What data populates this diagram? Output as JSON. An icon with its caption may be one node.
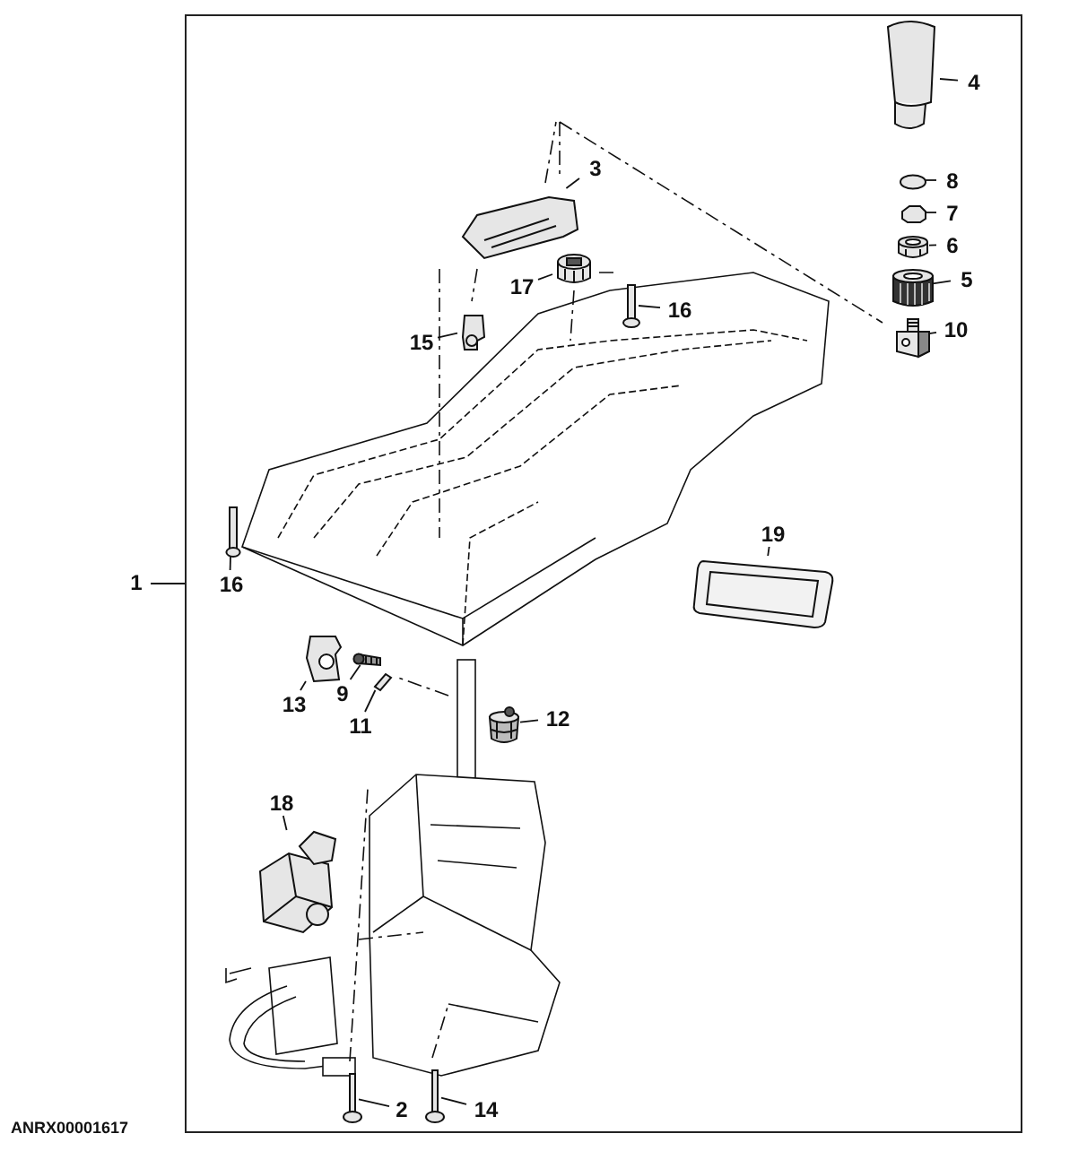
{
  "diagram": {
    "nodes": [
      {
        "text": [],
        "shape": "box"
      },
      {
        "text": [
          "1"
        ]
      },
      {
        "text": [
          "4"
        ],
        "in": 0
      },
      {
        "text": [],
        "shape": "picture",
        "in": 0
      },
      {
        "text": [
          "3"
        ],
        "in": 0
      },
      {
        "text": [],
        "shape": "picture",
        "in": 0
      },
      {
        "text": [
          "8"
        ],
        "in": 0
      },
      {
        "text": [],
        "shape": "picture",
        "in": 0
      },
      {
        "text": [
          "7"
        ],
        "in": 0
      },
      {
        "text": [],
        "shape": "picture",
        "in": 0
      },
      {
        "text": [
          "6"
        ],
        "in": 0
      },
      {
        "text": [],
        "shape": "picture",
        "in": 0
      },
      {
        "text": [
          "17"
        ],
        "in": 0
      },
      {
        "text": [],
        "shape": "picture",
        "in": 0
      },
      {
        "text": [
          "5"
        ],
        "in": 0
      },
      {
        "text": [],
        "shape": "picture",
        "in": 0
      },
      {
        "text": [
          "16"
        ],
        "in": 0
      },
      {
        "text": [],
        "shape": "picture",
        "in": 0
      },
      {
        "text": [
          "10"
        ],
        "in": 0
      },
      {
        "text": [],
        "shape": "picture",
        "in": 0
      },
      {
        "text": [
          "15"
        ],
        "in": 0
      },
      {
        "text": [],
        "shape": "picture",
        "in": 0
      },
      {
        "text": [
          "19"
        ],
        "in": 0
      },
      {
        "text": [],
        "shape": "picture",
        "in": 0
      },
      {
        "text": [
          "16"
        ],
        "in": 0
      },
      {
        "text": [],
        "shape": "picture",
        "in": 0
      },
      {
        "text": [
          "13"
        ],
        "in": 0
      },
      {
        "text": [],
        "shape": "picture",
        "in": 0
      },
      {
        "text": [
          "9"
        ],
        "in": 0
      },
      {
        "text": [],
        "shape": "picture",
        "in": 0
      },
      {
        "text": [
          "12"
        ],
        "in": 0
      },
      {
        "text": [],
        "shape": "picture",
        "in": 0
      },
      {
        "text": [
          "11"
        ],
        "in": 0
      },
      {
        "text": [],
        "shape": "picture",
        "in": 0
      },
      {
        "text": [
          "18"
        ],
        "in": 0
      },
      {
        "text": [],
        "shape": "picture",
        "in": 0
      },
      {
        "text": [
          "2"
        ],
        "in": 0
      },
      {
        "text": [],
        "shape": "picture",
        "in": 0
      },
      {
        "text": [
          "14"
        ],
        "in": 0
      },
      {
        "text": [],
        "shape": "picture",
        "in": 0
      }
    ],
    "edges": [
      {
        "from": 1,
        "to": 0,
        "arrow": "none"
      },
      {
        "from": 2,
        "to": 3,
        "arrow": "none"
      },
      {
        "from": 4,
        "to": 5,
        "arrow": "none"
      },
      {
        "from": 6,
        "to": 7,
        "arrow": "none"
      },
      {
        "from": 8,
        "to": 9,
        "arrow": "none"
      },
      {
        "from": 10,
        "to": 11,
        "arrow": "none"
      },
      {
        "from": 12,
        "to": 13,
        "arrow": "none"
      },
      {
        "from": 14,
        "to": 15,
        "arrow": "none"
      },
      {
        "from": 16,
        "to": 17,
        "arrow": "none"
      },
      {
        "from": 18,
        "to": 19,
        "arrow": "none"
      },
      {
        "from": 20,
        "to": 21,
        "arrow": "none"
      },
      {
        "from": 22,
        "to": 23,
        "arrow": "none"
      },
      {
        "from": 24,
        "to": 25,
        "arrow": "none"
      },
      {
        "from": 26,
        "to": 27,
        "arrow": "none"
      },
      {
        "from": 28,
        "to": 29,
        "arrow": "none"
      },
      {
        "from": 30,
        "to": 31,
        "arrow": "none"
      },
      {
        "from": 32,
        "to": 33,
        "arrow": "none"
      },
      {
        "from": 34,
        "to": 35,
        "arrow": "none"
      },
      {
        "from": 36,
        "to": 37,
        "arrow": "none"
      },
      {
        "from": 38,
        "to": 39,
        "arrow": "none"
      }
    ],
    "labels": [
      "ANRX00001617"
    ]
  }
}
